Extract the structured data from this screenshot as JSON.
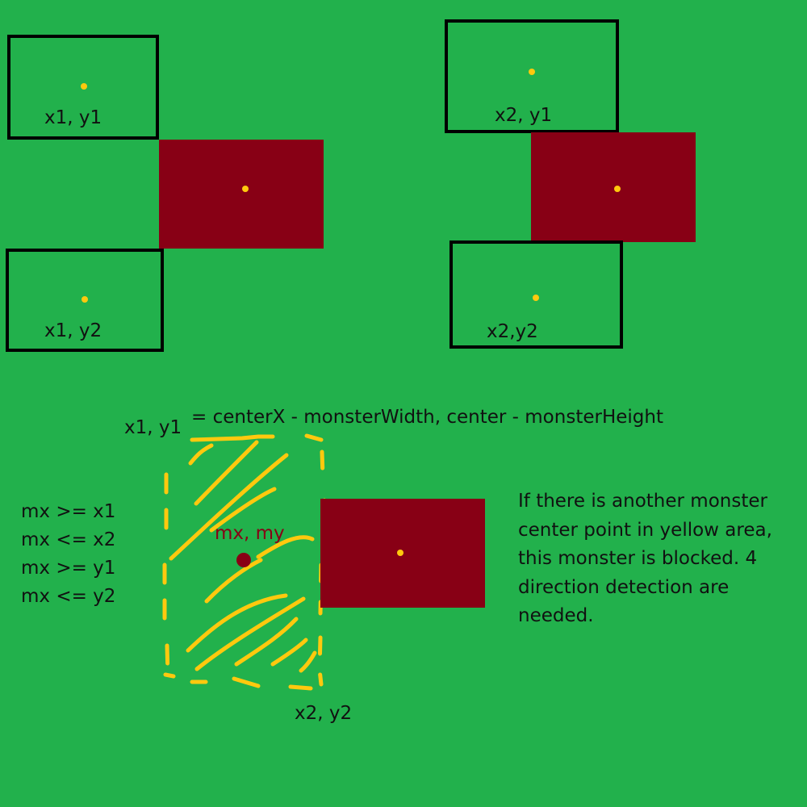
{
  "colors": {
    "background": "#22b14c",
    "monster": "#880015",
    "center_point": "#ffc90e",
    "detection_area": "#ffc90e",
    "box_border": "#000000"
  },
  "top_left_group": {
    "top_box_label": "x1, y1",
    "bottom_box_label": "x1, y2"
  },
  "top_right_group": {
    "top_box_label": "x2, y1",
    "bottom_box_label": "x2,y2"
  },
  "detection": {
    "corner_label_top": "x1, y1",
    "formula": "= centerX - monsterWidth, center - monsterHeight",
    "point_label": "mx, my",
    "corner_label_bottom": "x2, y2"
  },
  "conditions": [
    "mx >= x1",
    "mx <= x2",
    "mx >= y1",
    "mx <= y2"
  ],
  "note": "If there is another monster center point in yellow area, this monster is blocked. 4 direction detection are needed."
}
